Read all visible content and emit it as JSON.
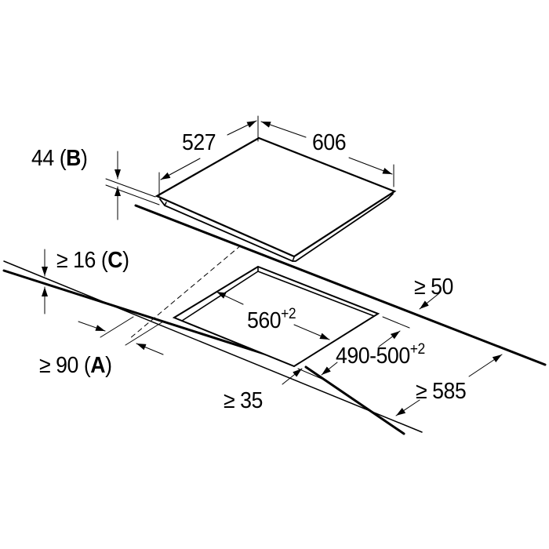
{
  "dimensions": {
    "hob_depth": "527",
    "hob_width": "606",
    "hob_height": "44",
    "hob_height_ref": "B",
    "worktop_thickness_prefix": "≥ 16",
    "worktop_thickness_ref": "C",
    "cutout_width": "560",
    "cutout_width_tol": "+2",
    "cutout_depth": "490-500",
    "cutout_depth_tol": "+2",
    "rear_clearance": "≥ 50",
    "side_clearance_prefix": "≥ 90",
    "side_clearance_ref": "A",
    "front_clearance": "≥ 35",
    "worktop_depth": "≥ 585"
  }
}
